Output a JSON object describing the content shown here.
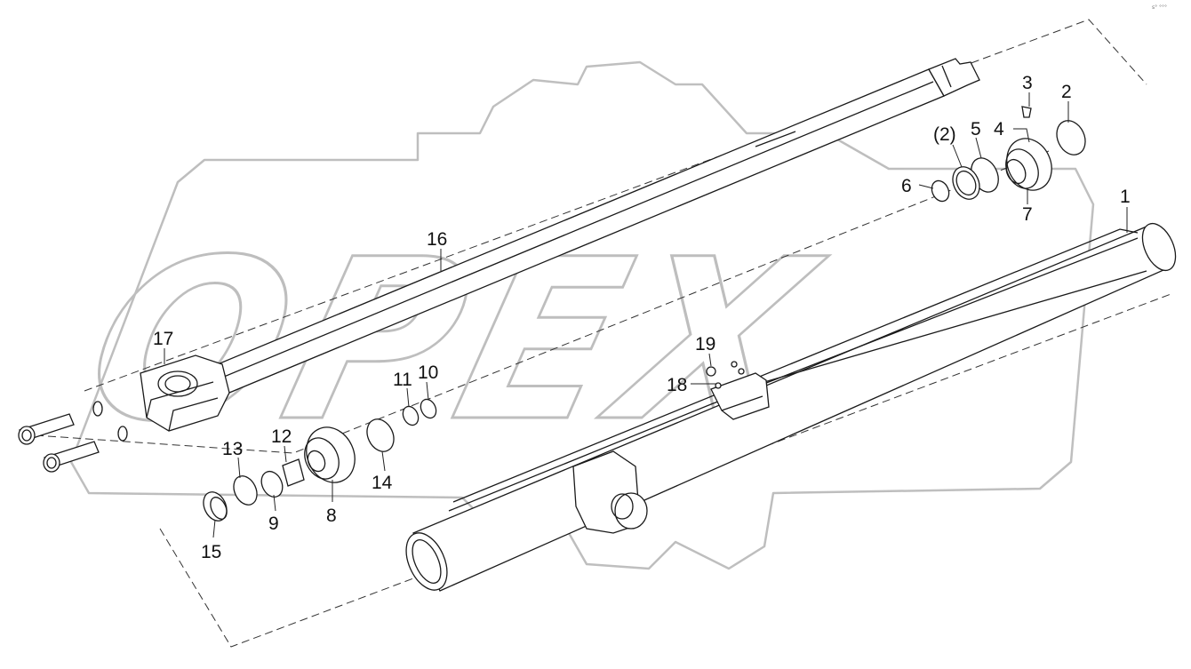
{
  "watermark": {
    "text": "OPEX"
  },
  "corner_mark": "s° °°°",
  "labels": {
    "p1": "1",
    "p2": "2",
    "p2b": "(2)",
    "p3": "3",
    "p4": "4",
    "p5": "5",
    "p6": "6",
    "p7": "7",
    "p8": "8",
    "p9": "9",
    "p10": "10",
    "p11": "11",
    "p12": "12",
    "p13": "13",
    "p14": "14",
    "p15": "15",
    "p16": "16",
    "p17": "17",
    "p18": "18",
    "p19": "19"
  }
}
